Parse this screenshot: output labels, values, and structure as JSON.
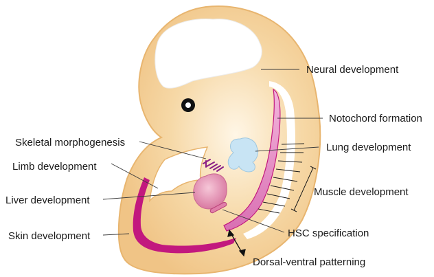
{
  "labels": {
    "neural": "Neural development",
    "notochord": "Notochord formation",
    "skeletal": "Skeletal morphogenesis",
    "lung": "Lung development",
    "limb": "Limb development",
    "muscle": "Muscle development",
    "liver": "Liver development",
    "hsc": "HSC specification",
    "skin": "Skin development",
    "dorsal_ventral": "Dorsal-ventral patterning"
  },
  "colors": {
    "embryo_fill": "#f3c98b",
    "embryo_outline": "#e8b56f",
    "neural_tissue": "#ffffff",
    "notochord": "#e7a6cf",
    "skin_band": "#c2187e",
    "lung": "#c8e4f4",
    "liver": "#e590b3",
    "skeletal": "#8a1d86"
  }
}
